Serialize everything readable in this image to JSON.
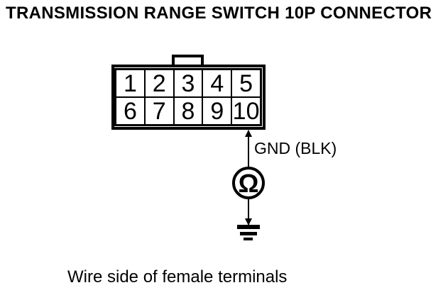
{
  "colors": {
    "background": "#ffffff",
    "ink": "#000000"
  },
  "title": "TRANSMISSION RANGE SWITCH 10P CONNECTOR",
  "connector": {
    "type": "10P connector",
    "pins": [
      "1",
      "2",
      "3",
      "4",
      "5",
      "6",
      "7",
      "8",
      "9",
      "10"
    ],
    "probed_pin": "10"
  },
  "measurement": {
    "wire_label": "GND (BLK)",
    "meter_symbol": "Ω",
    "icons": {
      "meter": "ohmmeter-icon",
      "ground": "ground-icon",
      "up_arrow": "up-arrowhead-icon",
      "down_arrow": "down-arrowhead-icon"
    }
  },
  "caption": "Wire side of female terminals"
}
